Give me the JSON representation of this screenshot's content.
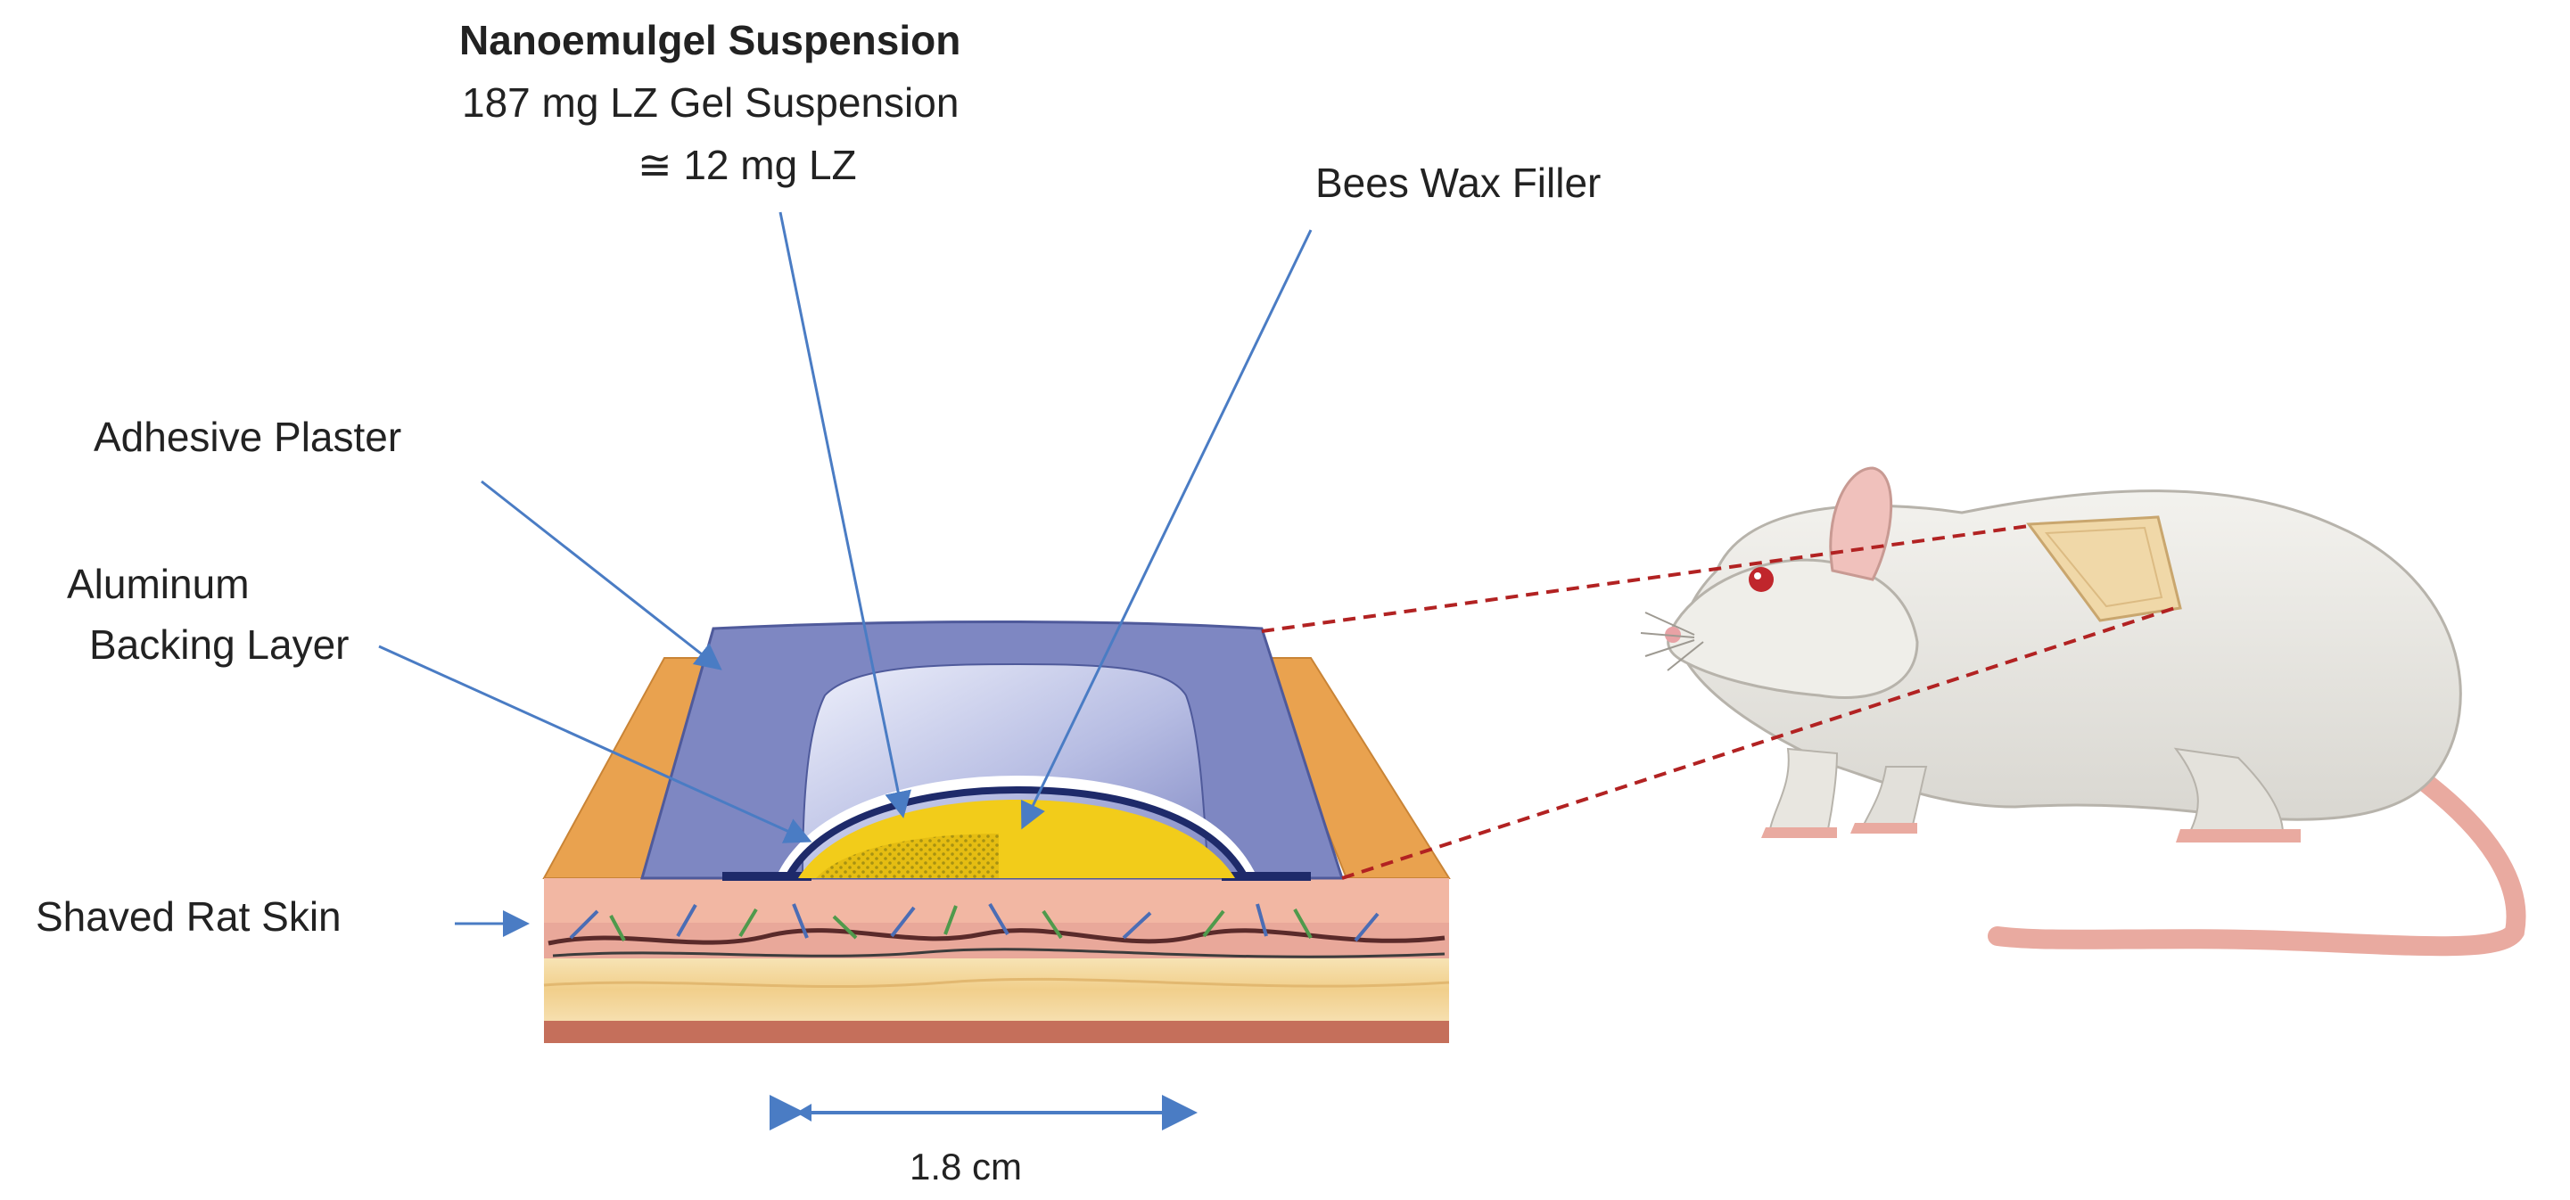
{
  "labels": {
    "nanoemulgel_title": "Nanoemulgel Suspension",
    "nanoemulgel_line1": "187 mg LZ Gel Suspension",
    "nanoemulgel_line2": "≅ 12 mg LZ",
    "bees_wax": "Bees Wax Filler",
    "adhesive_plaster": "Adhesive Plaster",
    "aluminum_line1": "Aluminum",
    "aluminum_line2": "Backing Layer",
    "shaved_skin": "Shaved Rat Skin",
    "scale": "1.8 cm"
  },
  "colors": {
    "arrow": "#4a7cc4",
    "dashed_line": "#b22222",
    "plaster": "#7e87c2",
    "plaster_dark": "#4f5a9b",
    "orange_pad": "#e9a24f",
    "gel_yellow": "#f2cc1a",
    "skin_pink": "#f2b7a3",
    "fat_yellow": "#f4d9a2",
    "rat_body": "#ecebe7",
    "patch": "#f0d8a8"
  }
}
